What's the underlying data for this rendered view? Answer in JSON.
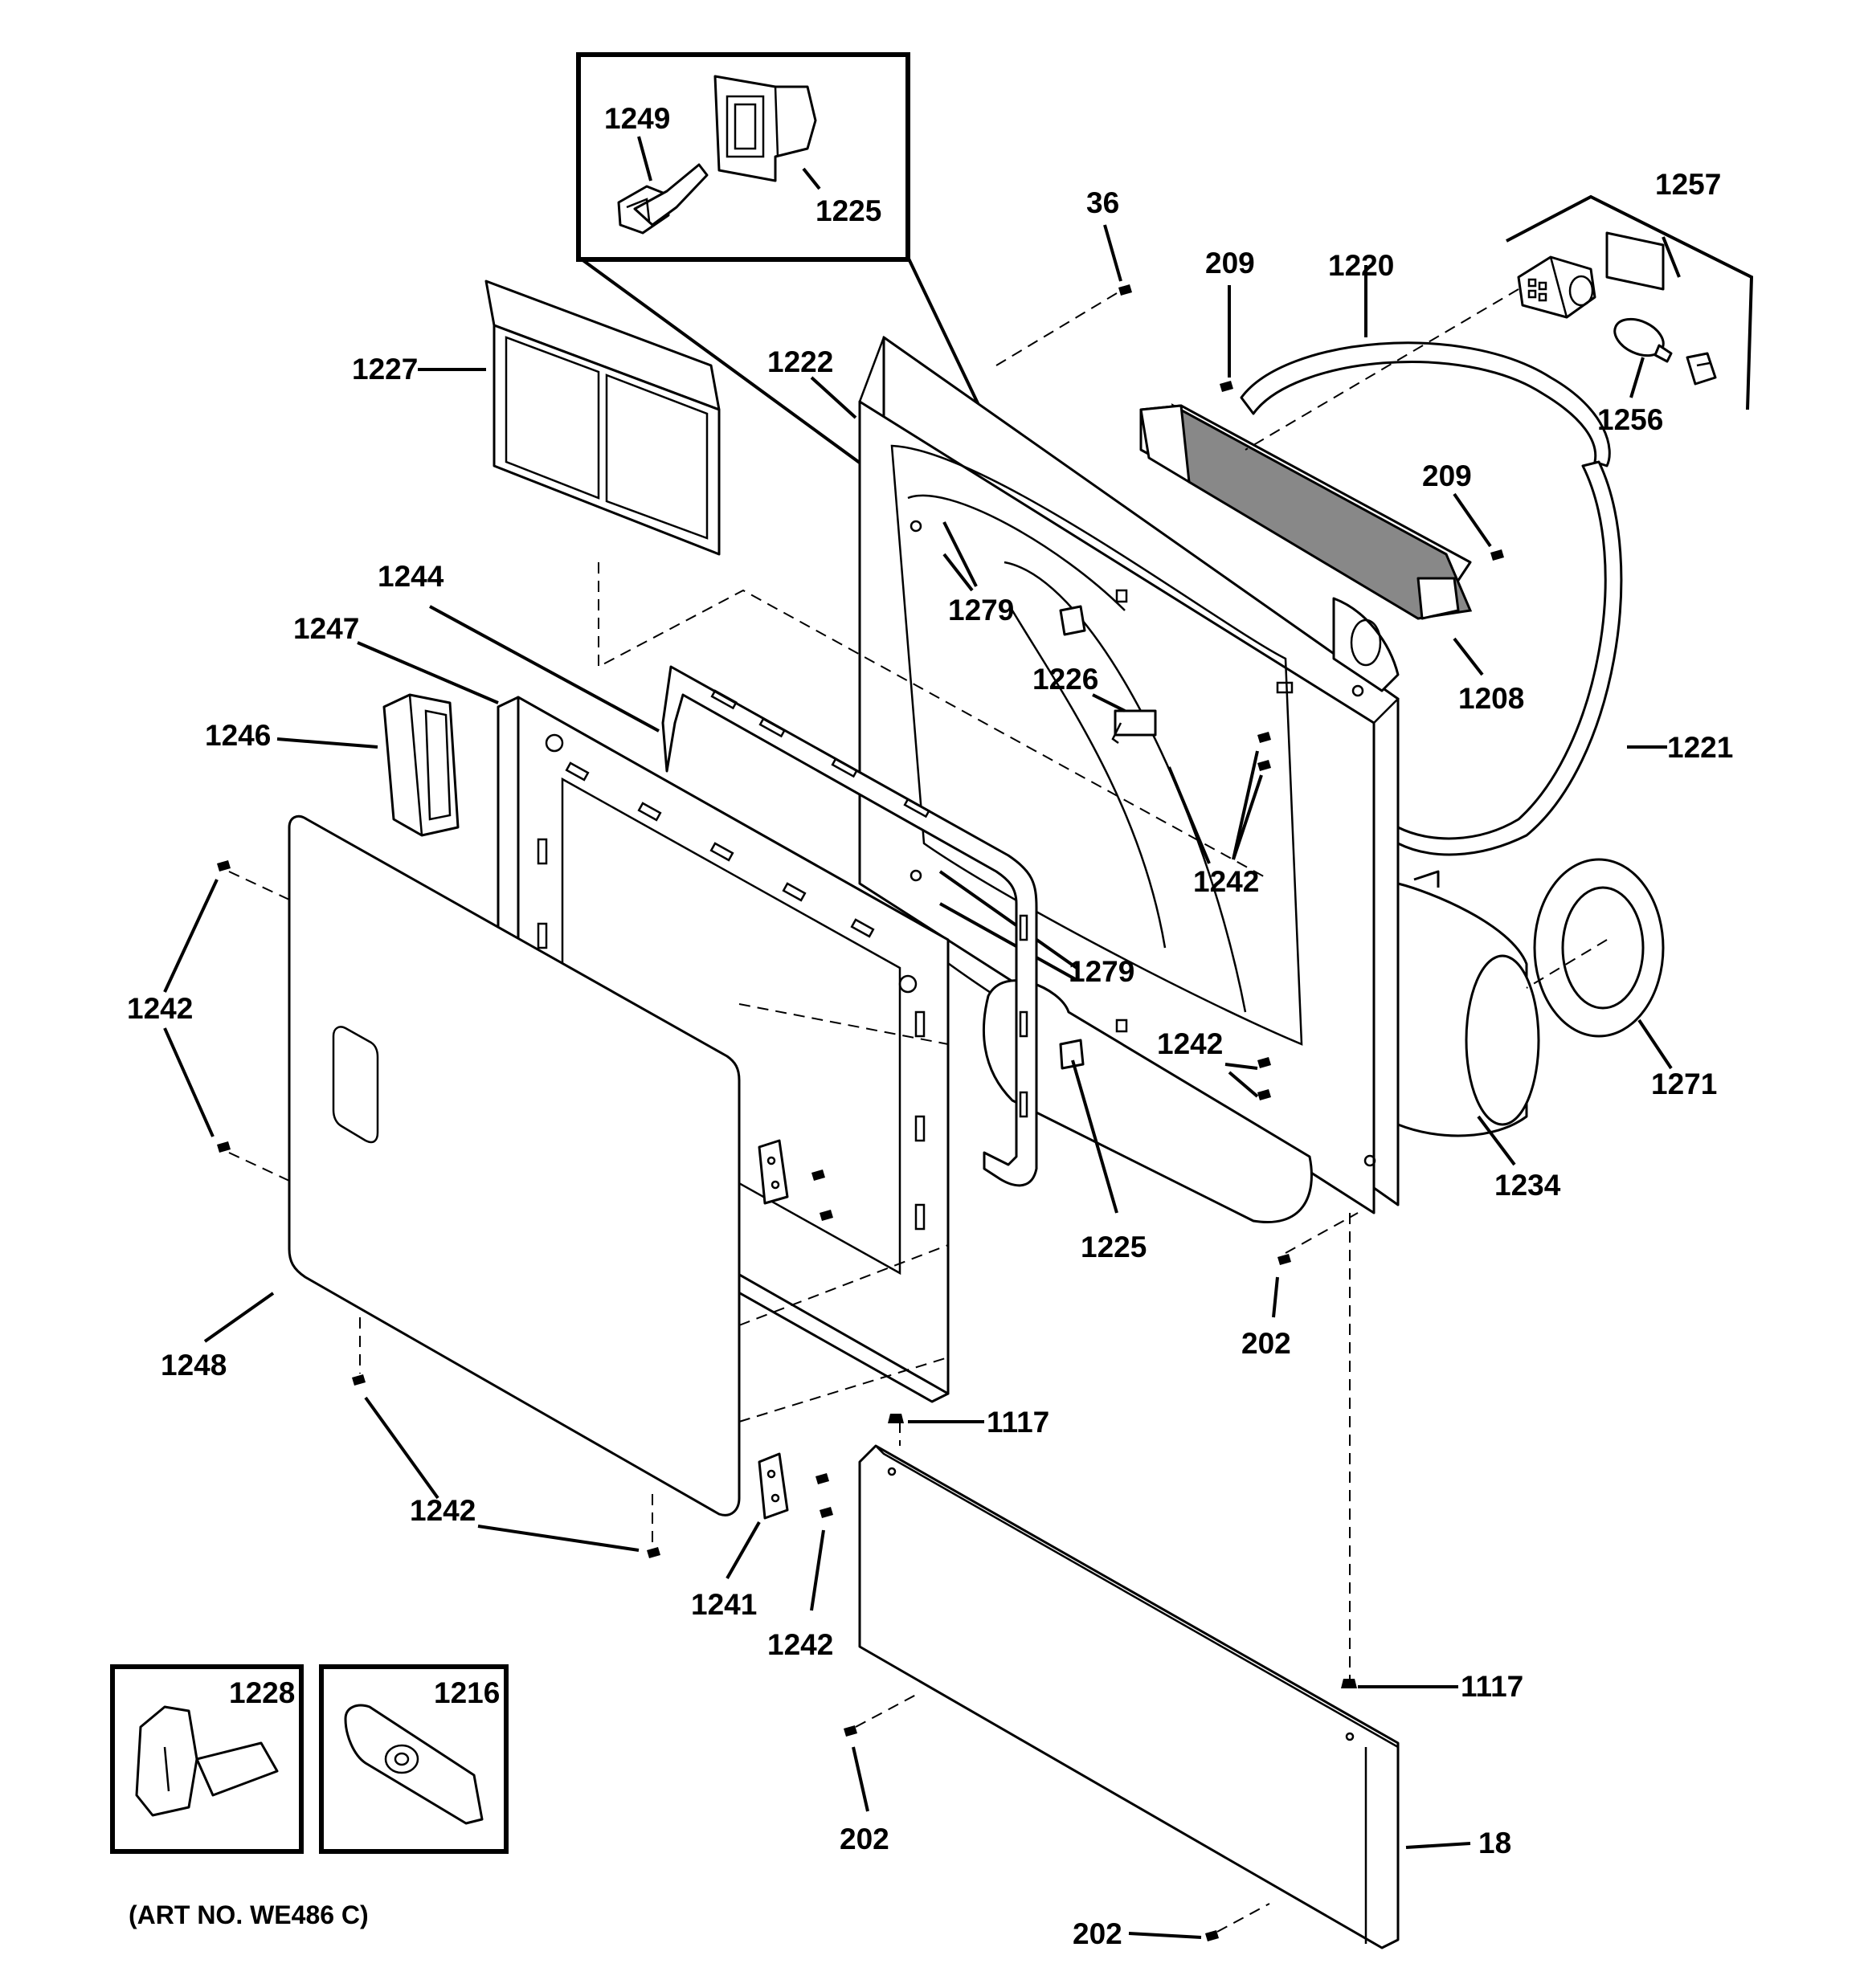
{
  "labels": {
    "l1249": "1249",
    "l1225a": "1225",
    "l36": "36",
    "l1257": "1257",
    "l209a": "209",
    "l1220": "1220",
    "l1227": "1227",
    "l1222": "1222",
    "l1256": "1256",
    "l209b": "209",
    "l1279a": "1279",
    "l1244": "1244",
    "l1208": "1208",
    "l1247": "1247",
    "l1226": "1226",
    "l1221": "1221",
    "l1246": "1246",
    "l1242a": "1242",
    "l1242b": "1242",
    "l1279b": "1279",
    "l1242c": "1242",
    "l1271": "1271",
    "l1234": "1234",
    "l1225b": "1225",
    "l202a": "202",
    "l1248": "1248",
    "l1117a": "1117",
    "l1242d": "1242",
    "l1241": "1241",
    "l1242e": "1242",
    "l1117b": "1117",
    "l1228": "1228",
    "l1216": "1216",
    "l202b": "202",
    "l18": "18",
    "l202c": "202"
  },
  "footer": {
    "art_number": "(ART NO. WE486 C)"
  }
}
